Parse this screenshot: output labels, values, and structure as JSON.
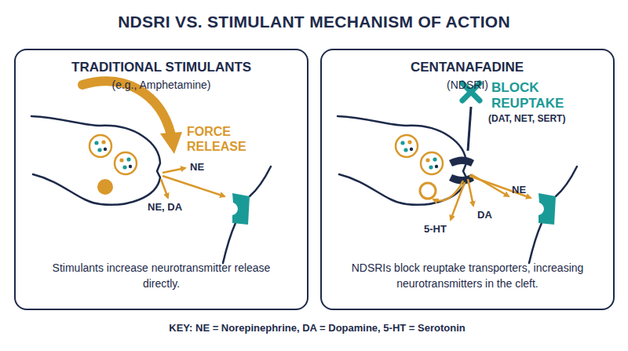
{
  "diagram": {
    "title": "NDSRI VS. STIMULANT MECHANISM OF ACTION",
    "nodes": [
      {
        "text": [
          "TRADITIONAL STIMULANTS",
          "(e.g., Amphetamine)",
          "Stimulants increase neurotransmitter release directly."
        ]
      },
      {
        "text": [
          "CENTANAFADINE",
          "(NDSRI)",
          "NDSRIs block reuptake transporters, increasing neurotransmitters in the cleft."
        ]
      }
    ],
    "labels": [
      "FORCE RELEASE",
      "NE",
      "NE, DA",
      "BLOCK REUPTAKE",
      "(DAT, NET, SERT)",
      "NE",
      "DA",
      "5-HT",
      "KEY: NE = Norepinephrine, DA = Dopamine, 5-HT = Serotonin"
    ]
  }
}
